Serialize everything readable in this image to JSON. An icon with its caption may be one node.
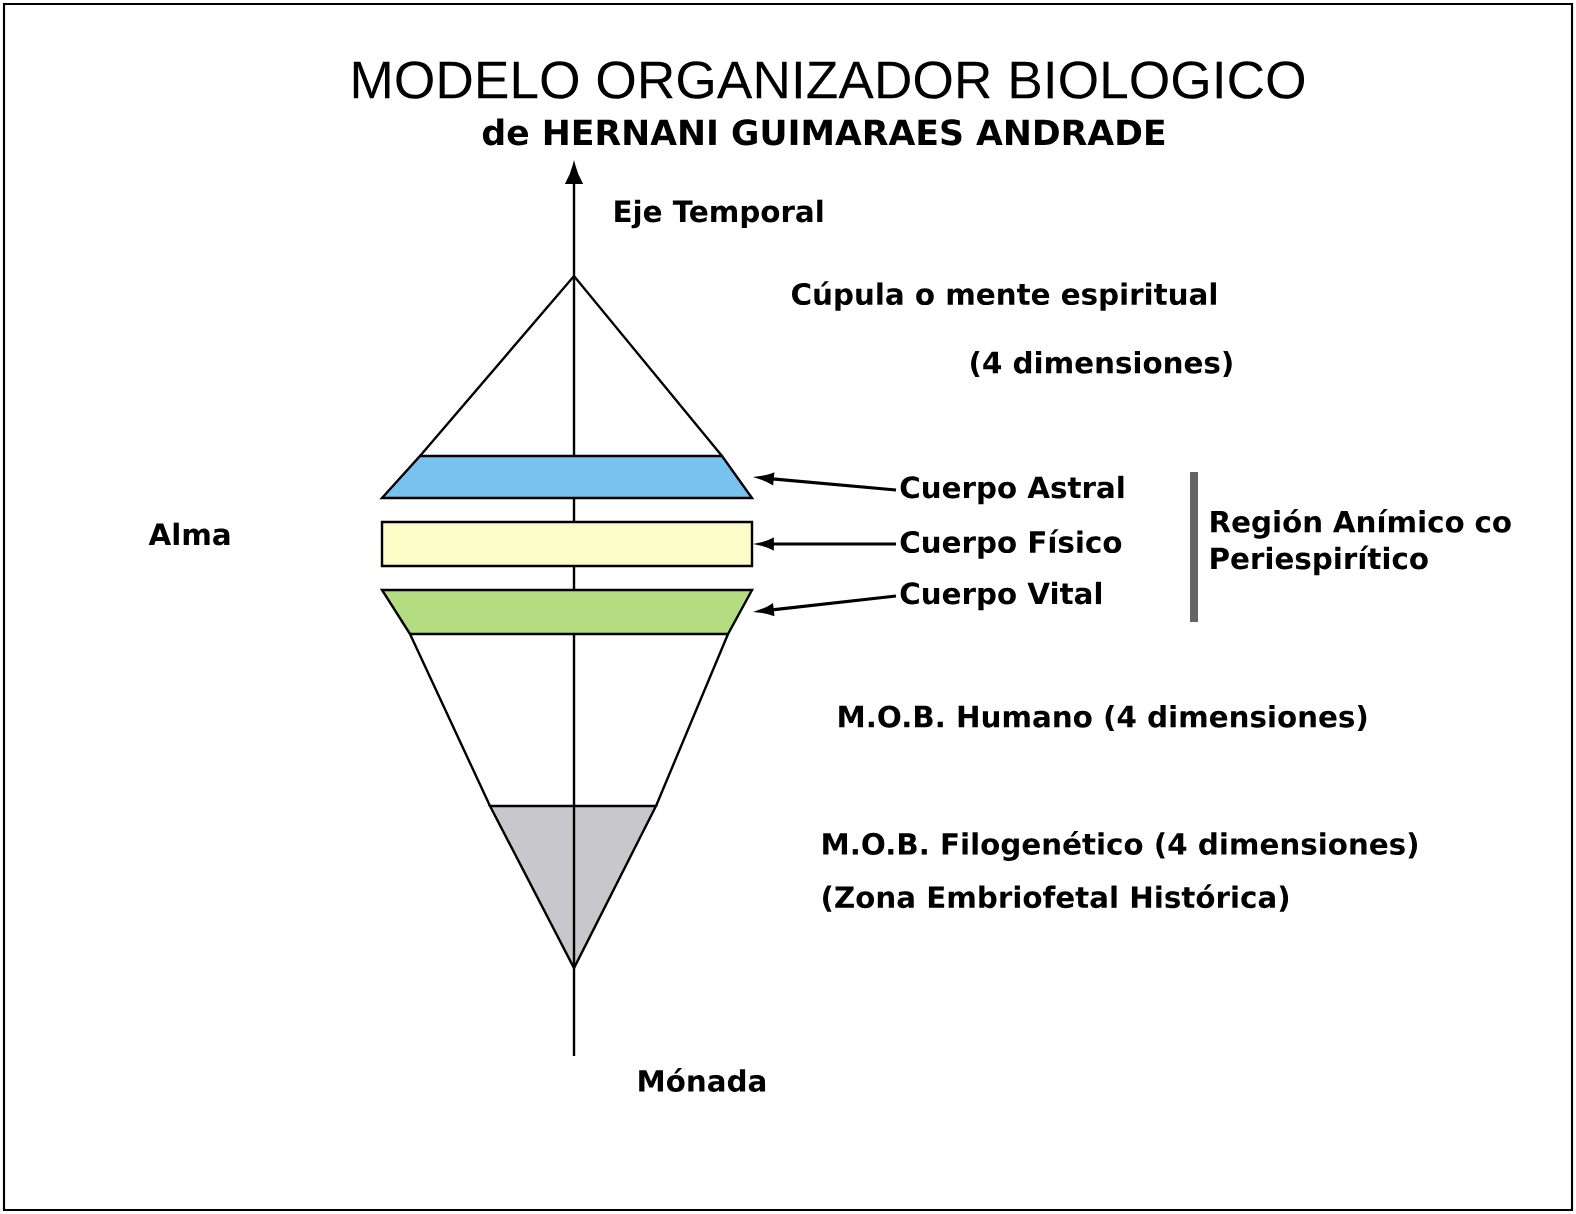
{
  "diagram": {
    "title": "MODELO ORGANIZADOR BIOLOGICO",
    "nodes": [
      {
        "text": [],
        "shape": "box"
      },
      {
        "text": [],
        "shape": "box"
      },
      {
        "text": [],
        "shape": "box"
      },
      {
        "text": [
          "Cuerpo Astral"
        ]
      },
      {
        "text": [
          "Cuerpo Físico"
        ]
      },
      {
        "text": [
          "Cuerpo Vital"
        ]
      }
    ],
    "edges": [
      {
        "from": 3,
        "to": 0,
        "arrow": "to"
      },
      {
        "from": 4,
        "to": 1,
        "arrow": "to"
      },
      {
        "from": 5,
        "to": 2,
        "arrow": "to"
      }
    ],
    "labels": [
      "de HERNANI GUIMARAES ANDRADE",
      "Eje Temporal",
      "Cúpula o mente espiritual",
      "(4 dimensiones)",
      "Alma",
      "Región Anímico co Periespirítico",
      "M.O.B. Humano (4 dimensiones)",
      "M.O.B. Filogenético (4 dimensiones)",
      "(Zona Embriofetal Histórica)",
      "Mónada"
    ]
  }
}
